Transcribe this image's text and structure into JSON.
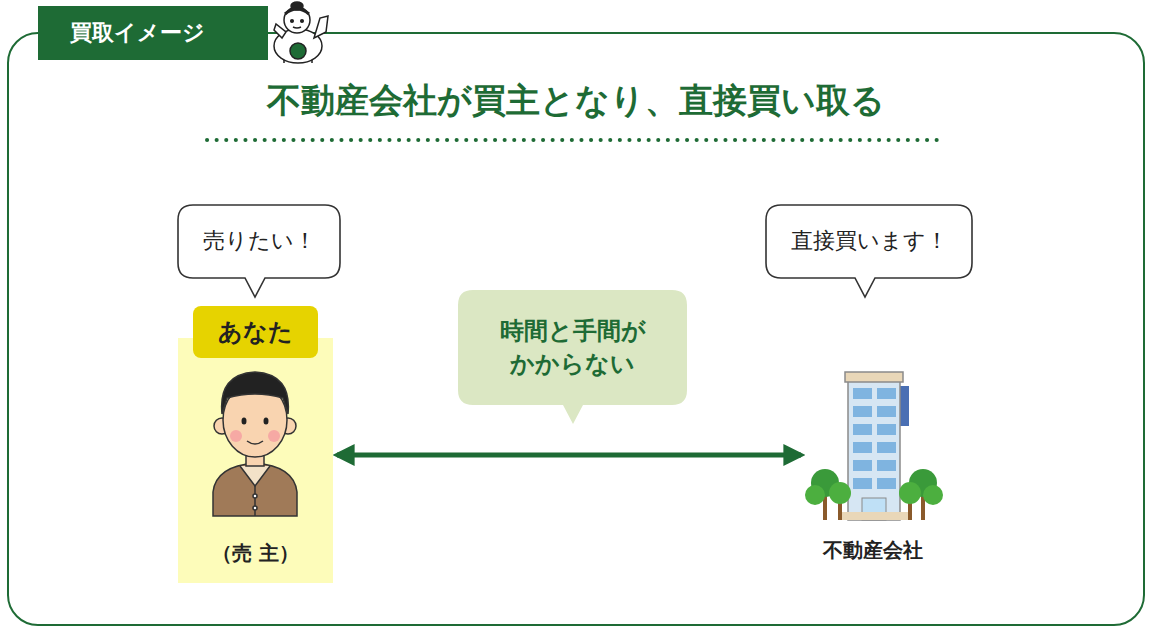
{
  "diagram": {
    "title": "不動産会社が買主となり、直接買い取る",
    "nodes": [
      {
        "text": [
          "買取イメージ"
        ]
      },
      {
        "text": [
          "売りたい！"
        ]
      },
      {
        "text": [
          "（売 主）"
        ]
      },
      {
        "text": [
          "あなた"
        ],
        "in": 2
      },
      {
        "text": [
          "時間と手間が かからない"
        ]
      },
      {
        "text": [
          "直接買います！"
        ]
      },
      {
        "text": [
          "不動産会社"
        ]
      }
    ],
    "edges": [
      {
        "from": 2,
        "to": 6,
        "arrow": "both"
      }
    ]
  }
}
